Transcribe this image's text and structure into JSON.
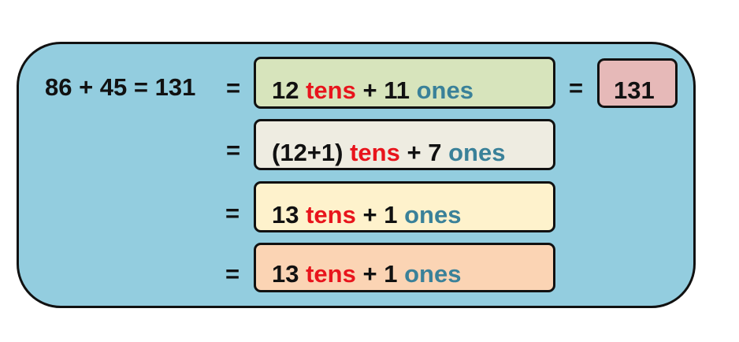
{
  "equation": "86 + 45 = 131",
  "equals": "=",
  "rows": [
    {
      "number": "12",
      "tens_word": "tens",
      "plus": "+ 11",
      "ones_word": "ones",
      "color": "#d7e4bc"
    },
    {
      "number": "(12+1)",
      "tens_word": "tens",
      "plus": "+ 7",
      "ones_word": "ones",
      "color": "#eeece1"
    },
    {
      "number": "13",
      "tens_word": "tens",
      "plus": "+ 1",
      "ones_word": "ones",
      "color": "#fef2cc"
    },
    {
      "number": "13",
      "tens_word": "tens",
      "plus": "+ 1",
      "ones_word": "ones",
      "color": "#fbd4b4"
    }
  ],
  "result": {
    "value": "131",
    "color": "#e6b9b8"
  },
  "colors": {
    "panel": "#93cddf",
    "tens": "#e8141c",
    "ones": "#3a8199"
  }
}
